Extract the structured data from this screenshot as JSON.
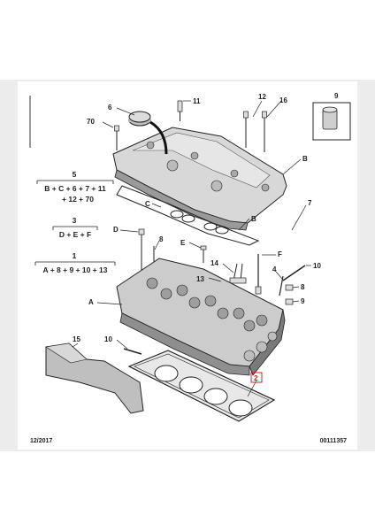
{
  "callouts": {
    "c6": "6",
    "c11": "11",
    "c12": "12",
    "c16": "16",
    "c9": "9",
    "c70": "70",
    "cB1": "B",
    "cC": "C",
    "cB2": "B",
    "c7": "7",
    "cD": "D",
    "c8a": "8",
    "cE": "E",
    "cF": "F",
    "c14": "14",
    "c13": "13",
    "c4": "4",
    "c10a": "10",
    "c8b": "8",
    "c9b": "9",
    "cA": "A",
    "c15": "15",
    "c10b": "10",
    "c2": "2"
  },
  "groups": {
    "g5_num": "5",
    "g5_line1": "B + C + 6 + 7 + 11",
    "g5_line2": "+ 12 + 70",
    "g3_num": "3",
    "g3_line1": "D + E + F",
    "g1_num": "1",
    "g1_line1": "A + 8 + 9 + 10 + 13"
  },
  "footer": {
    "date": "12/2017",
    "ref": "00111357"
  },
  "colors": {
    "highlight": "#d42020",
    "line": "#222222",
    "part_fill": "#cfcfcf",
    "part_dark": "#8a8a8a"
  }
}
